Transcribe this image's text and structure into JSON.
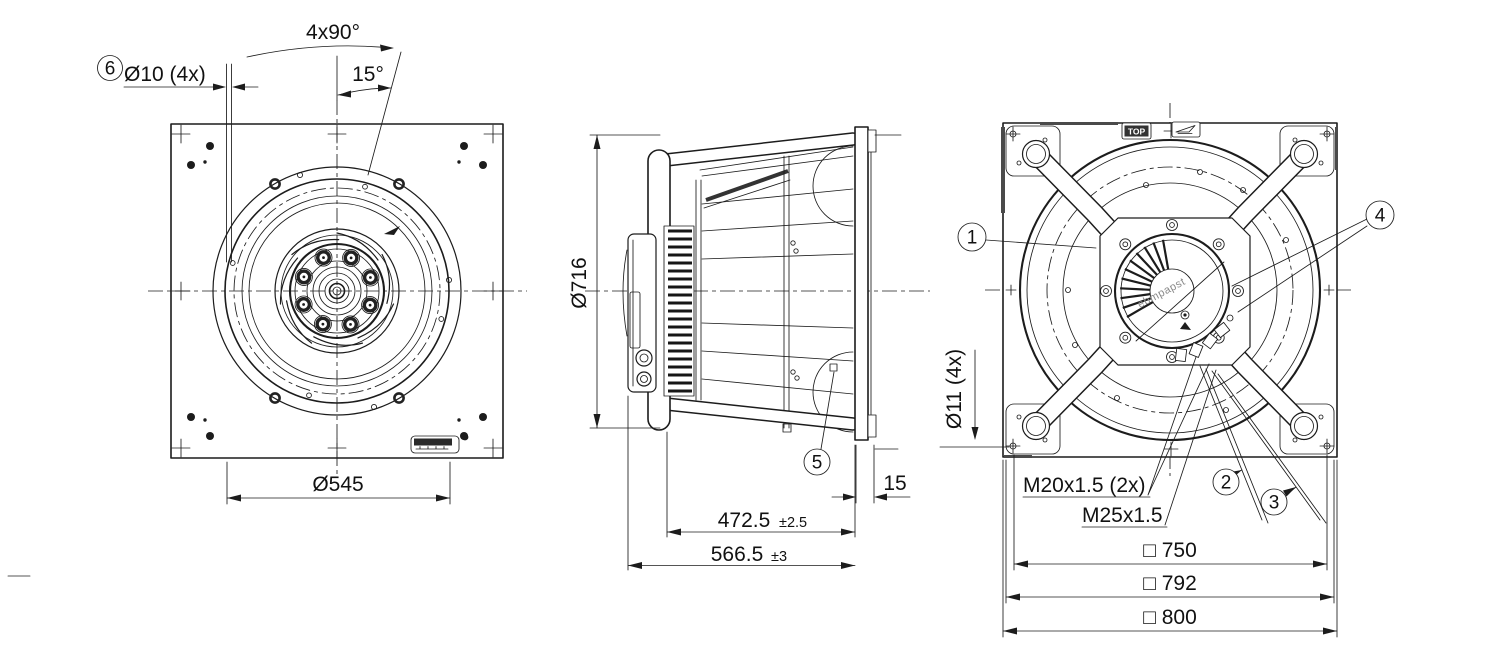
{
  "drawing": {
    "title": "centrifugal-fan-dimensional-drawing",
    "colors": {
      "line": "#1c1c1c",
      "background": "#ffffff",
      "dark_fill": "#3a3a3a",
      "logo_gray": "#8a8a8a"
    },
    "front_view": {
      "balloon_6": "6",
      "hole_label": "Ø10 (4x)",
      "angle_pattern_label": "4x90°",
      "angle_label": "15°",
      "diameter_label": "Ø545"
    },
    "side_view": {
      "diameter_label": "Ø716",
      "balloon_5": "5",
      "depth_label": "472.5",
      "depth_tolerance": "±2.5",
      "total_depth_label": "566.5",
      "total_depth_tolerance": "±3",
      "plate_thickness_label": "15"
    },
    "rear_view": {
      "balloon_1": "1",
      "balloon_2": "2",
      "balloon_3": "3",
      "balloon_4": "4",
      "top_marker": "TOP",
      "hole_label": "Ø11 (4x)",
      "gland_label_m20": "M20x1.5 (2x)",
      "gland_label_m25": "M25x1.5",
      "square_750": "□ 750",
      "square_792": "□ 792",
      "square_800": "□ 800",
      "motor_logo": "ebmpapst"
    }
  }
}
